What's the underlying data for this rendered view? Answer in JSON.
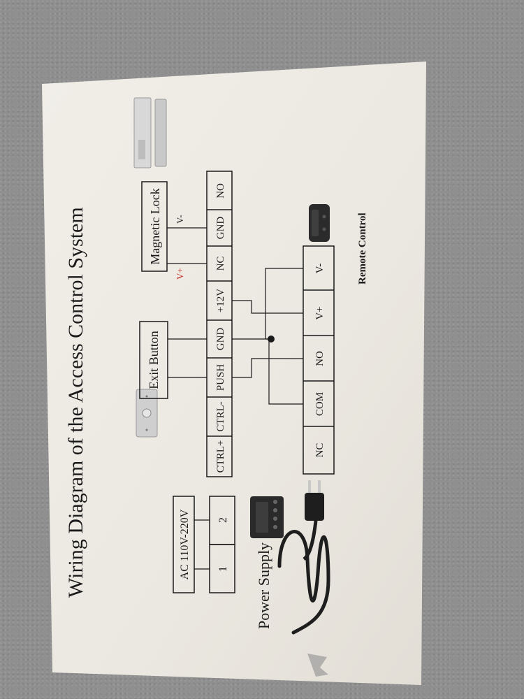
{
  "title": "Wiring Diagram of the Access Control System",
  "power_supply": {
    "label": "Power Supply",
    "input_label": "AC 110V-220V",
    "terminals": [
      "1",
      "2"
    ]
  },
  "controller": {
    "terminals": [
      "CTRL+",
      "CTRL-",
      "PUSH",
      "GND",
      "+12V",
      "NC",
      "GND",
      "NO"
    ]
  },
  "exit_button": {
    "label": "Exit Button"
  },
  "magnetic_lock": {
    "label": "Magnetic Lock",
    "v_plus": "V+",
    "v_minus": "V-"
  },
  "receiver": {
    "terminals": [
      "NC",
      "COM",
      "NO",
      "V+",
      "V-"
    ]
  },
  "remote_control": {
    "label": "Remote Control"
  },
  "colors": {
    "paper": "#efece6",
    "line": "#1a1a1a",
    "accent_red": "#c0221c",
    "table": "#d9d9d9"
  }
}
